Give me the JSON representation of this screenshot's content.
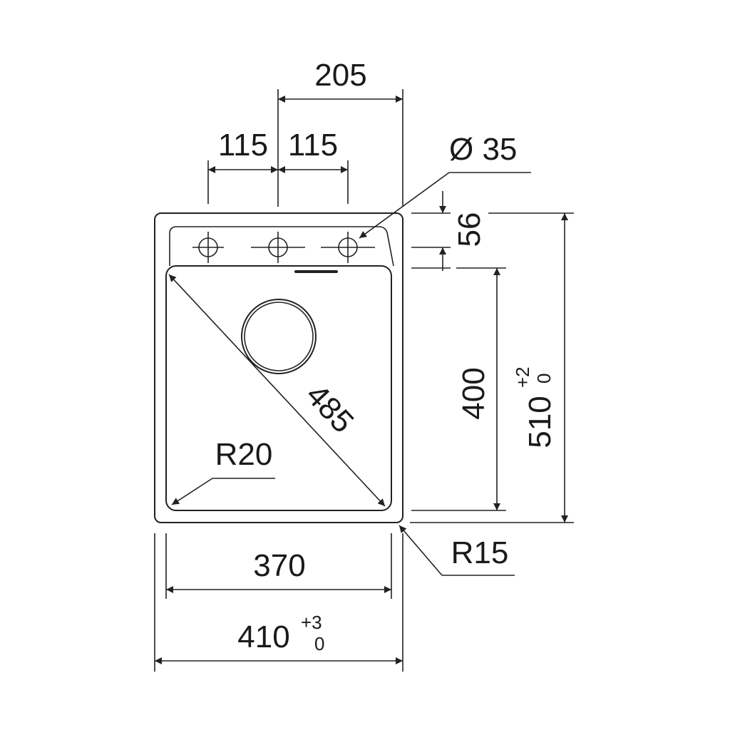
{
  "dimensions": {
    "tap_spacing_total": "205",
    "tap_spacing_left": "115",
    "tap_spacing_right": "115",
    "tap_hole_diameter": "Ø 35",
    "deck_depth": "56",
    "bowl_depth": "400",
    "overall_depth": "510",
    "overall_depth_tol_upper": "+2",
    "overall_depth_tol_lower": "0",
    "bowl_diagonal": "485",
    "inner_radius": "R20",
    "outer_radius": "R15",
    "bowl_width": "370",
    "overall_width": "410",
    "overall_width_tol_upper": "+3",
    "overall_width_tol_lower": "0"
  },
  "colors": {
    "line": "#222222",
    "text": "#1a1a1a",
    "background": "#ffffff"
  }
}
